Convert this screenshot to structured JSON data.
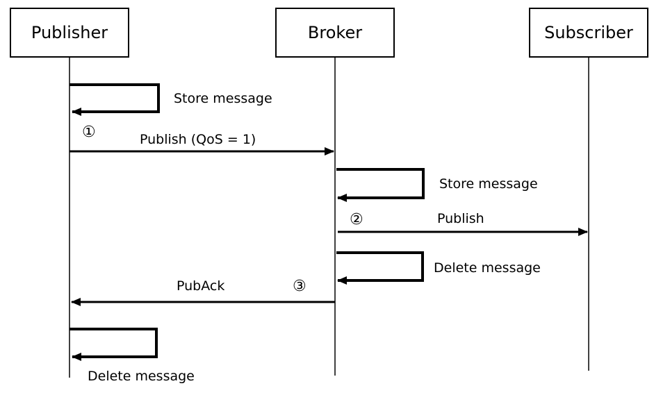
{
  "actors": {
    "publisher": "Publisher",
    "broker": "Broker",
    "subscriber": "Subscriber"
  },
  "messages": {
    "pub_store": "Store message",
    "publish_qos": "Publish (QoS = 1)",
    "broker_store": "Store message",
    "publish": "Publish",
    "broker_delete": "Delete message",
    "puback": "PubAck",
    "pub_delete": "Delete message"
  },
  "steps": {
    "one": "①",
    "two": "②",
    "three": "③"
  }
}
